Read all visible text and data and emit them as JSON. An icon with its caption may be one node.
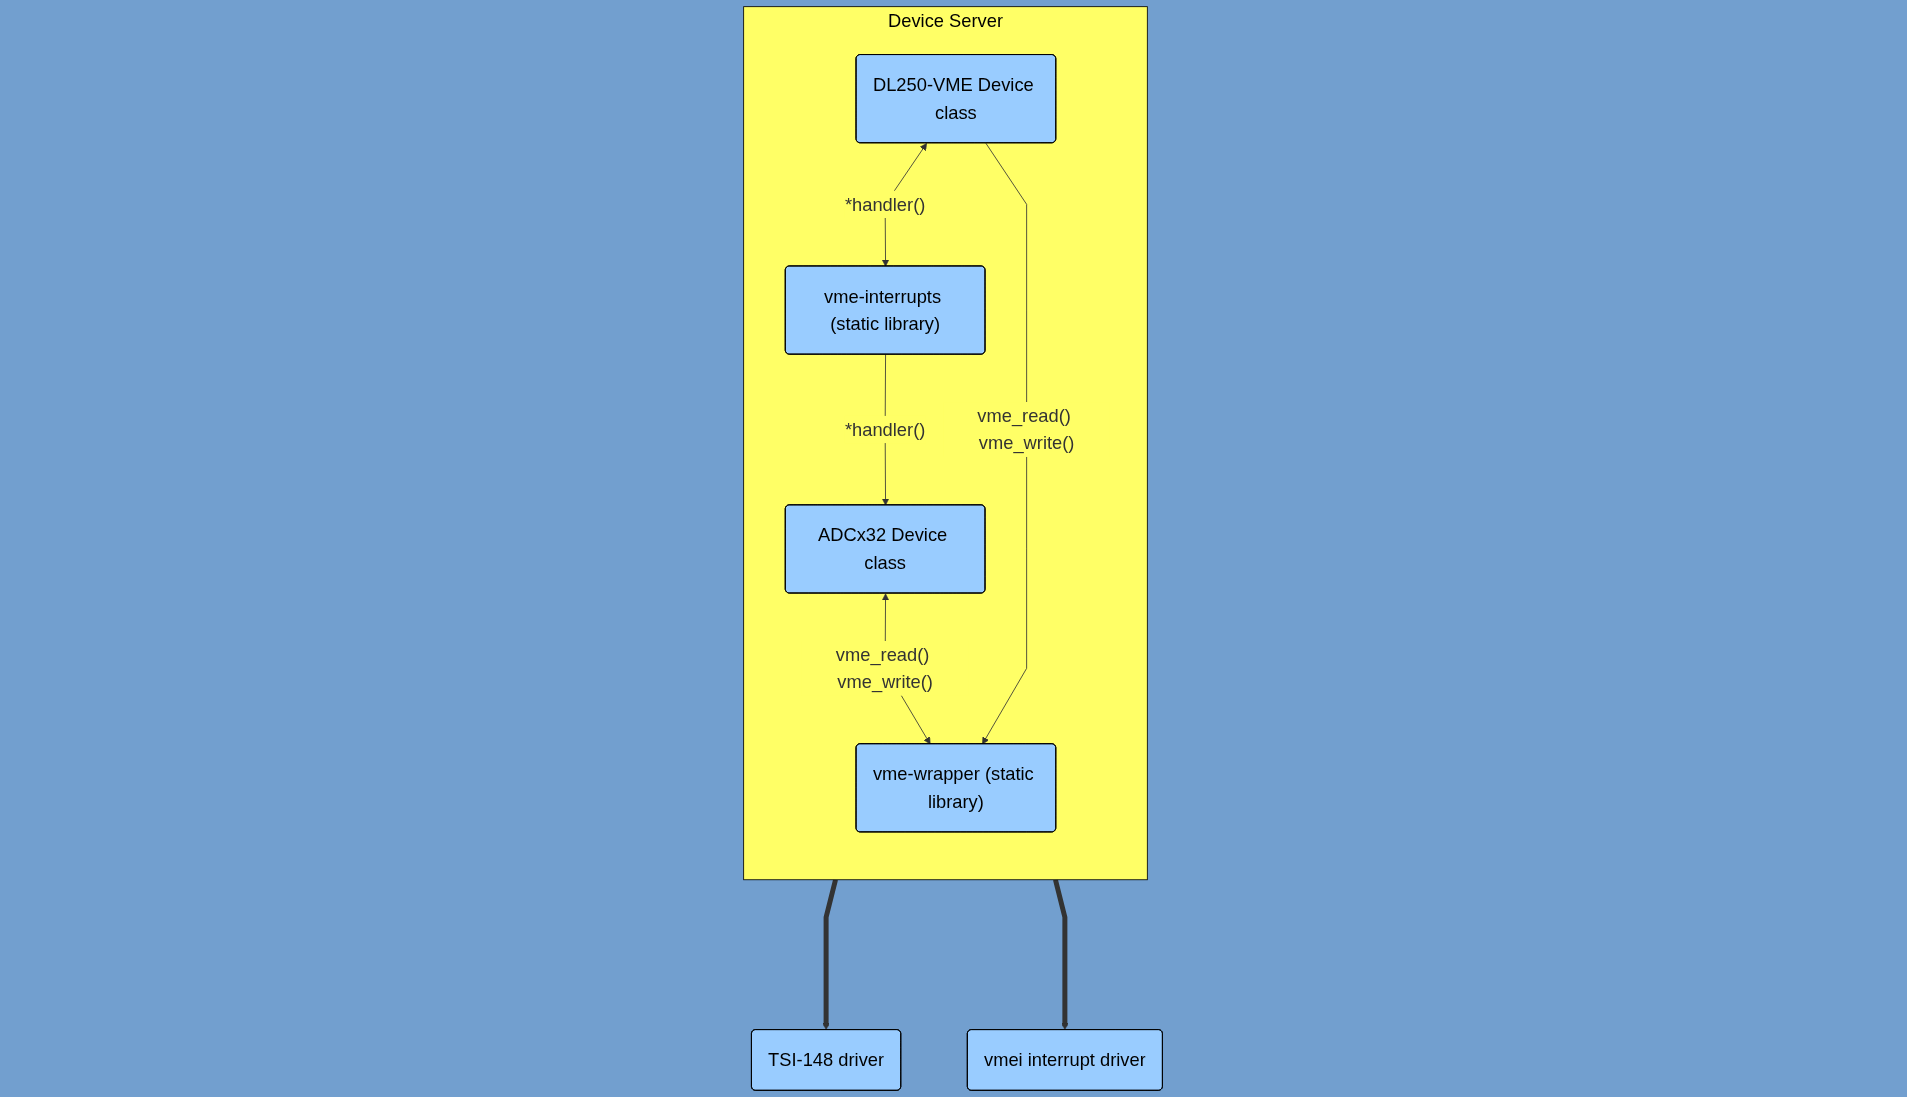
{
  "diagram": {
    "nodes": [
      {
        "text": [
          "Device Server"
        ]
      },
      {
        "text": [
          "ADCx32 Device class"
        ],
        "in": 0
      },
      {
        "text": [
          "DL250-VME Device class"
        ],
        "in": 0
      },
      {
        "text": [
          "vme-wrapper (static library)"
        ],
        "in": 0
      },
      {
        "text": [
          "vme-interrupts (static library)"
        ],
        "in": 0
      },
      {
        "text": [
          "TSI-148 driver"
        ]
      },
      {
        "text": [
          "vmei interrupt driver"
        ]
      }
    ],
    "edges": [
      {
        "from": 1,
        "to": 3,
        "arrow": "both",
        "label": "vme_read() vme_write()"
      },
      {
        "from": 4,
        "to": 1,
        "arrow": "to",
        "label": "*handler()"
      },
      {
        "from": 2,
        "to": 3,
        "arrow": "to",
        "label": "vme_read() vme_write()"
      },
      {
        "from": 2,
        "to": 4,
        "arrow": "both",
        "label": "*handler()"
      },
      {
        "from": 0,
        "to": 5,
        "arrow": "to",
        "style": "thick"
      },
      {
        "from": 0,
        "to": 6,
        "arrow": "to",
        "style": "thick"
      }
    ]
  }
}
